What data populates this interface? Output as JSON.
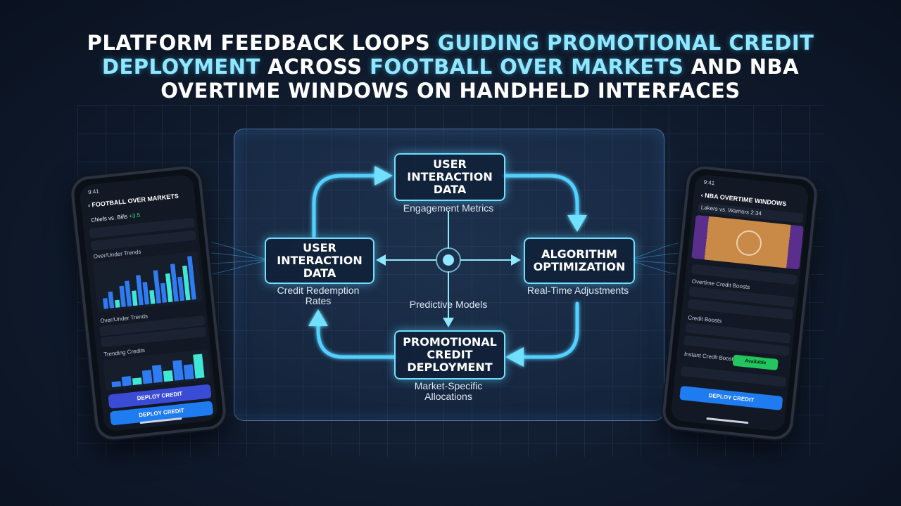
{
  "title": {
    "segments": [
      {
        "text": "PLATFORM FEEDBACK LOOPS ",
        "style": "w"
      },
      {
        "text": "GUIDING PROMOTIONAL CREDIT",
        "style": "c"
      },
      {
        "text": "DEPLOYMENT",
        "style": "c"
      },
      {
        "text": " ACROSS ",
        "style": "w"
      },
      {
        "text": "FOOTBALL OVER MARKETS",
        "style": "c"
      },
      {
        "text": " AND NBA",
        "style": "w"
      },
      {
        "text": "OVERTIME WINDOWS ON HANDHELD INTERFACES",
        "style": "w"
      }
    ]
  },
  "diagram": {
    "nodes": {
      "top": {
        "label": "USER INTERACTION DATA",
        "note": "Engagement Metrics"
      },
      "left": {
        "label": "USER INTERACTION DATA",
        "note": "Credit Redemption Rates"
      },
      "right": {
        "label": "ALGORITHM OPTIMIZATION",
        "note": "Real-Time Adjustments"
      },
      "bottom": {
        "label": "PROMOTIONAL CREDIT DEPLOYMENT",
        "note": "Market-Specific Allocations"
      }
    },
    "center_note": "Predictive Models"
  },
  "phone_left": {
    "time": "9:41",
    "header": "FOOTBALL OVER MARKETS",
    "match": "Chiefs vs. Bills",
    "match_line": "+3.5",
    "section1": "Over/Under Trends",
    "section2": "Over/Under Trends",
    "section3": "Trending Credits",
    "deploy_a": "DEPLOY CREDIT",
    "deploy_b": "DEPLOY CREDIT",
    "bars1": [
      14,
      22,
      10,
      28,
      34,
      20,
      40,
      30,
      18,
      44,
      26,
      38,
      50,
      32,
      46,
      58
    ],
    "bars2": [
      8,
      14,
      10,
      20,
      26,
      16,
      30,
      22,
      36
    ]
  },
  "phone_right": {
    "time": "9:41",
    "header": "NBA OVERTIME WINDOWS",
    "match": "Lakers vs. Warriors",
    "clock": "2:34",
    "section1": "Overtime Credit Boosts",
    "section2": "Credit Boosts",
    "section3": "Instant Credit Boost",
    "status": "Available",
    "deploy": "DEPLOY CREDIT"
  },
  "colors": {
    "accent": "#6fe0ff",
    "arrow": "#52d0ff",
    "bar": "#2f7bf2",
    "bar_hi": "#3fe7d6"
  }
}
